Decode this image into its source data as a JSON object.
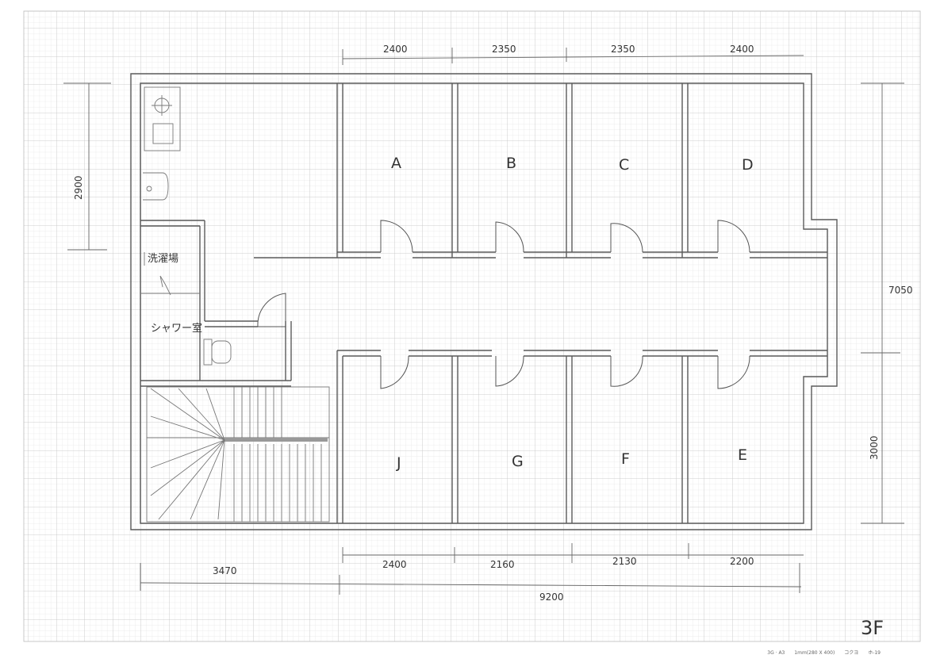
{
  "plan": {
    "floor_label": "3F",
    "rooms": {
      "A": "A",
      "B": "B",
      "C": "C",
      "D": "D",
      "E": "E",
      "F": "F",
      "G": "G",
      "J": "J"
    },
    "utility": {
      "laundry": "洗濯場",
      "shower": "シャワー室"
    }
  },
  "dimensions": {
    "top": [
      "2400",
      "2350",
      "2350",
      "2400"
    ],
    "bottom": [
      "2400",
      "2160",
      "2130",
      "2200"
    ],
    "bottom_total": "9200",
    "bottom_left": "3470",
    "left_height": "2900",
    "right_total": "7050",
    "right_lower": "3000"
  },
  "paper_footer": {
    "code": "3G · A3",
    "grid": "1mm(280 X 400)",
    "maker": "コクヨ",
    "product": "ホ-19"
  }
}
